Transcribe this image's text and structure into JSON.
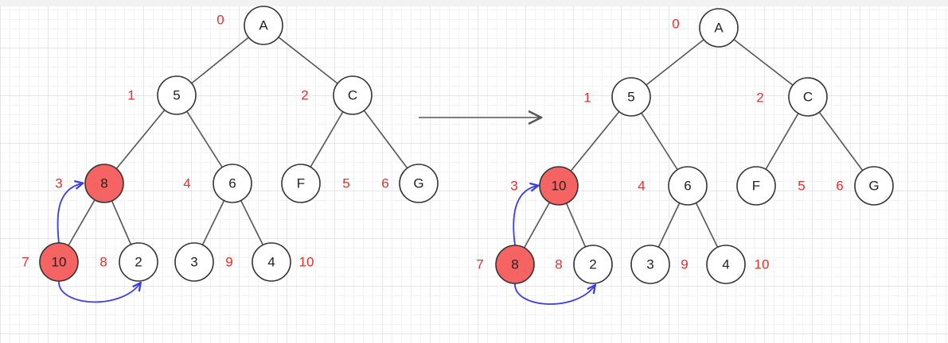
{
  "colors": {
    "node_fill": "#ffffff",
    "highlight_fill": "#f56363",
    "index_label": "#e0312f",
    "arrow_blue": "#3c3ce6",
    "transition_arrow": "#555555"
  },
  "trees": [
    {
      "name": "before",
      "nodes": [
        {
          "key": "n0",
          "label": "A",
          "index": "0",
          "highlight": false
        },
        {
          "key": "n1",
          "label": "5",
          "index": "1",
          "highlight": false
        },
        {
          "key": "n2",
          "label": "C",
          "index": "2",
          "highlight": false
        },
        {
          "key": "n3",
          "label": "8",
          "index": "3",
          "highlight": true
        },
        {
          "key": "n4",
          "label": "6",
          "index": "4",
          "highlight": false
        },
        {
          "key": "n5",
          "label": "F",
          "index": "5",
          "highlight": false
        },
        {
          "key": "n6",
          "label": "G",
          "index": "6",
          "highlight": false
        },
        {
          "key": "n7",
          "label": "10",
          "index": "7",
          "highlight": true
        },
        {
          "key": "n8",
          "label": "2",
          "index": "8",
          "highlight": false
        },
        {
          "key": "n9",
          "label": "3",
          "index": "9",
          "highlight": false
        },
        {
          "key": "n10",
          "label": "4",
          "index": "10",
          "highlight": false
        }
      ],
      "edges": [
        [
          "n0",
          "n1"
        ],
        [
          "n0",
          "n2"
        ],
        [
          "n1",
          "n3"
        ],
        [
          "n1",
          "n4"
        ],
        [
          "n2",
          "n5"
        ],
        [
          "n2",
          "n6"
        ],
        [
          "n3",
          "n7"
        ],
        [
          "n3",
          "n8"
        ],
        [
          "n4",
          "n9"
        ],
        [
          "n4",
          "n10"
        ]
      ],
      "swap_arrows": [
        [
          "n7",
          "n3"
        ],
        [
          "n7",
          "n8"
        ]
      ]
    },
    {
      "name": "after",
      "nodes": [
        {
          "key": "n0",
          "label": "A",
          "index": "0",
          "highlight": false
        },
        {
          "key": "n1",
          "label": "5",
          "index": "1",
          "highlight": false
        },
        {
          "key": "n2",
          "label": "C",
          "index": "2",
          "highlight": false
        },
        {
          "key": "n3",
          "label": "10",
          "index": "3",
          "highlight": true
        },
        {
          "key": "n4",
          "label": "6",
          "index": "4",
          "highlight": false
        },
        {
          "key": "n5",
          "label": "F",
          "index": "5",
          "highlight": false
        },
        {
          "key": "n6",
          "label": "G",
          "index": "6",
          "highlight": false
        },
        {
          "key": "n7",
          "label": "8",
          "index": "7",
          "highlight": true
        },
        {
          "key": "n8",
          "label": "2",
          "index": "8",
          "highlight": false
        },
        {
          "key": "n9",
          "label": "3",
          "index": "9",
          "highlight": false
        },
        {
          "key": "n10",
          "label": "4",
          "index": "10",
          "highlight": false
        }
      ],
      "edges": [
        [
          "n0",
          "n1"
        ],
        [
          "n0",
          "n2"
        ],
        [
          "n1",
          "n3"
        ],
        [
          "n1",
          "n4"
        ],
        [
          "n2",
          "n5"
        ],
        [
          "n2",
          "n6"
        ],
        [
          "n3",
          "n7"
        ],
        [
          "n3",
          "n8"
        ],
        [
          "n4",
          "n9"
        ],
        [
          "n4",
          "n10"
        ]
      ],
      "swap_arrows": [
        [
          "n7",
          "n3"
        ],
        [
          "n7",
          "n8"
        ]
      ]
    }
  ]
}
